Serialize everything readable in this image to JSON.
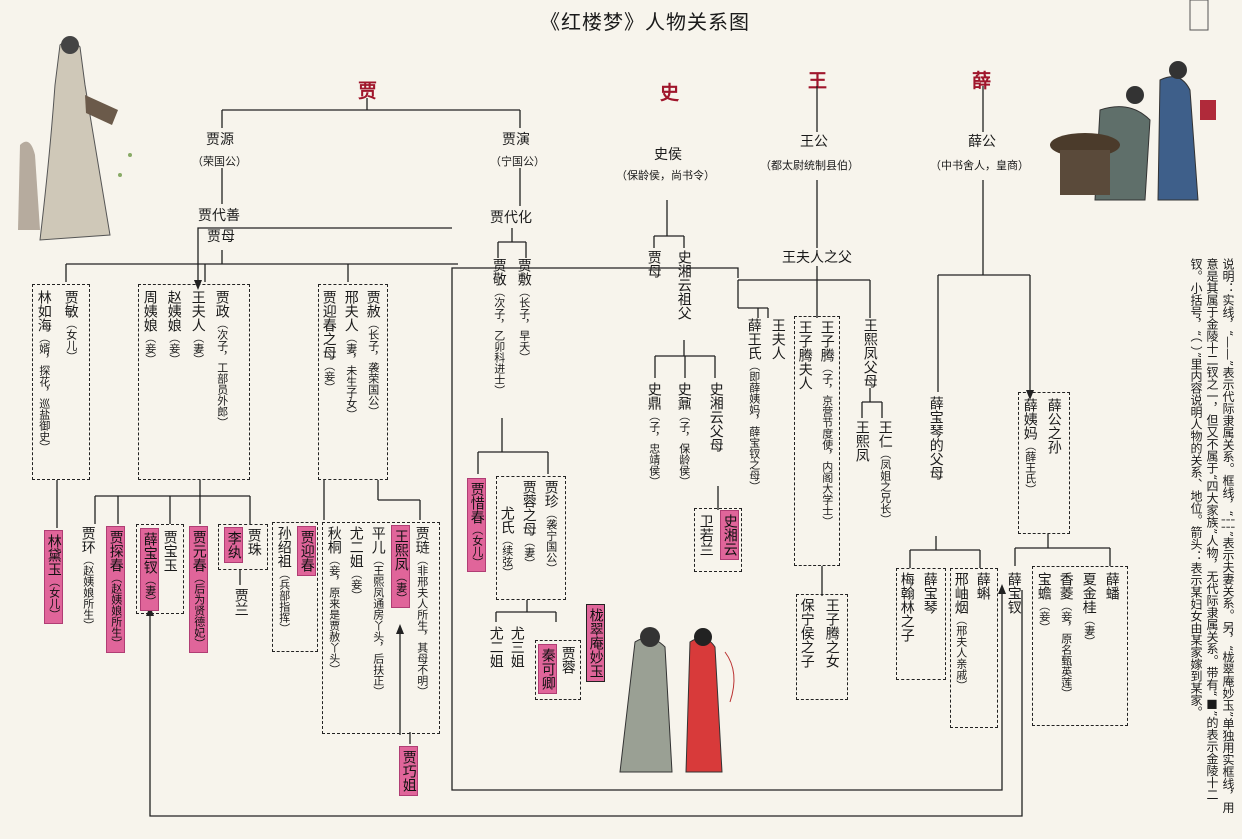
{
  "title": "《红楼梦》人物关系图",
  "clans": [
    "贾",
    "史",
    "王",
    "薛"
  ],
  "jia": {
    "jiayuan": "贾源",
    "jiayuan_t": "（荣国公）",
    "jiayan": "贾演",
    "jiayan_t": "（宁国公）",
    "daishan": "贾代善",
    "jiamu": "贾母",
    "daihua": "贾代化",
    "jiamin": "贾敏",
    "jiamin_t": "（女儿）",
    "linruhai": "林如海",
    "linruhai_t": "（婿，探花，巡盐御史）",
    "zhouyiniang": "周姨娘",
    "zhouyiniang_t": "（妾）",
    "zhaoyiniang": "赵姨娘",
    "zhaoyiniang_t": "（妾）",
    "wangfuren": "王夫人",
    "wangfuren_t": "（妻）",
    "jiazheng": "贾政",
    "jiazheng_t": "（次子，工部员外郎）",
    "yingchunmu": "贾迎春之母",
    "yingchunmu_t": "（妾）",
    "xingfuren": "邢夫人",
    "xingfuren_t": "（妻，未生子女）",
    "jiashe": "贾赦",
    "jiashe_t": "（长子，袭荣国公）",
    "jiajing": "贾敬",
    "jiajing_t": "（次子，乙卯科进士）",
    "jiafu": "贾敷",
    "jiafu_t": "（长子，早夭）",
    "lindaiyu": "林黛玉",
    "lindaiyu_t": "（女儿）",
    "jiahuan": "贾环",
    "jiahuan_t": "（赵姨娘所生）",
    "tanchun": "贾探春",
    "tanchun_t": "（赵姨娘所生）",
    "baochai": "薛宝钗",
    "baochai_t": "（妻）",
    "baoyu": "贾宝玉",
    "yuanchun": "贾元春",
    "yuanchun_t": "（后为贤德妃）",
    "liwan": "李纨",
    "jiazhu": "贾珠",
    "jialan": "贾兰",
    "sunshaozu": "孙绍祖",
    "sunshaozu_t": "（兵部指挥）",
    "yingchun": "贾迎春",
    "qiutong": "秋桐",
    "qiutong_t": "（妾，原来是贾赦丫头）",
    "youerjie": "尤二姐",
    "youerjie_t": "（妾）",
    "pinger": "平儿",
    "pinger_t": "（王熙凤通房丫头，后扶正）",
    "xifeng": "王熙凤",
    "xifeng_t": "（妻）",
    "jialian": "贾琏",
    "jialian_t": "（非邢夫人所生，其母不明）",
    "qiaojie": "贾巧姐",
    "xichun": "贾惜春",
    "xichun_t": "（女儿）",
    "youshi": "尤氏",
    "youshi_t": "（续弦）",
    "jiarongmu": "贾蓉之母",
    "jiarongmu_t": "（妻）",
    "jiazhen": "贾珍",
    "jiazhen_t": "（袭宁国公）",
    "yousanjie": "尤三姐",
    "youerjie2": "尤二姐",
    "qinkeqing": "秦可卿",
    "jiarong": "贾蓉",
    "miaoyu": "栊翠庵妙玉"
  },
  "shi": {
    "shihou": "史侯",
    "shihou_t": "（保龄侯，尚书令）",
    "jiamu2": "贾母",
    "xiangyunzufu": "史湘云祖父",
    "shiding": "史鼎",
    "shiding_t": "（子，忠靖侯）",
    "shinai": "史鼐",
    "shinai_t": "（子，保龄侯）",
    "xiangyunfumu": "史湘云父母",
    "weiruolan": "卫若兰",
    "xiangyun": "史湘云"
  },
  "wang": {
    "wanggong": "王公",
    "wanggong_t": "（都太尉统制县伯）",
    "wangfurenfu": "王夫人之父",
    "xueshi": "薛王氏",
    "xueshi_t": "（即薛姨妈，薛宝钗之母）",
    "wangfuren2": "王夫人",
    "zitengfuren": "王子腾夫人",
    "ziteng": "王子腾",
    "ziteng_t": "（子，京营节度使，内阁大学士）",
    "xifengfumu": "王熙凤父母",
    "xifeng2": "王熙凤",
    "wangren": "王仁",
    "wangren_t": "（凤姐之兄长）",
    "baoningzi": "保宁侯之子",
    "zitengnv": "王子腾之女"
  },
  "xue": {
    "xuegong": "薛公",
    "xuegong_t": "（中书舍人，皇商）",
    "baoqinfumu": "薛宝琴的父母",
    "xueyima": "薛姨妈",
    "xueyima_t": "（薛王氏）",
    "xuegongsun": "薛公之孙",
    "meihanlin": "梅翰林之子",
    "baoqin": "薛宝琴",
    "xingxiuyan": "邢岫烟",
    "xingxiuyan_t": "（邢夫人亲戚）",
    "xueke": "薛蝌",
    "baochai2": "薛宝钗",
    "baochan": "宝蟾",
    "baochan_t": "（妾）",
    "xiangling": "香菱",
    "xiangling_t": "（妾，原名甄英莲）",
    "xiajingui": "夏金桂",
    "xiajingui_t": "（妻）",
    "xuepan": "薛蟠"
  },
  "legend": "说明：实线，“——”表示代际隶属关系。框线，“┆┆”表示夫妻关系。另，“栊翠庵妙玉”单独用实框线，用意是其属于金陵十二钗之一，但又不属于“四大家族”人物，无代际隶属关系。带有“■”的表示金陵十二钗。小括号，“（  ）”里内容说明人物的关系、地位。箭头：表示某妇女由某家嫁到某家。",
  "colors": {
    "clan": "#a0162c",
    "highlight": "#e0659a",
    "line": "#222222"
  }
}
